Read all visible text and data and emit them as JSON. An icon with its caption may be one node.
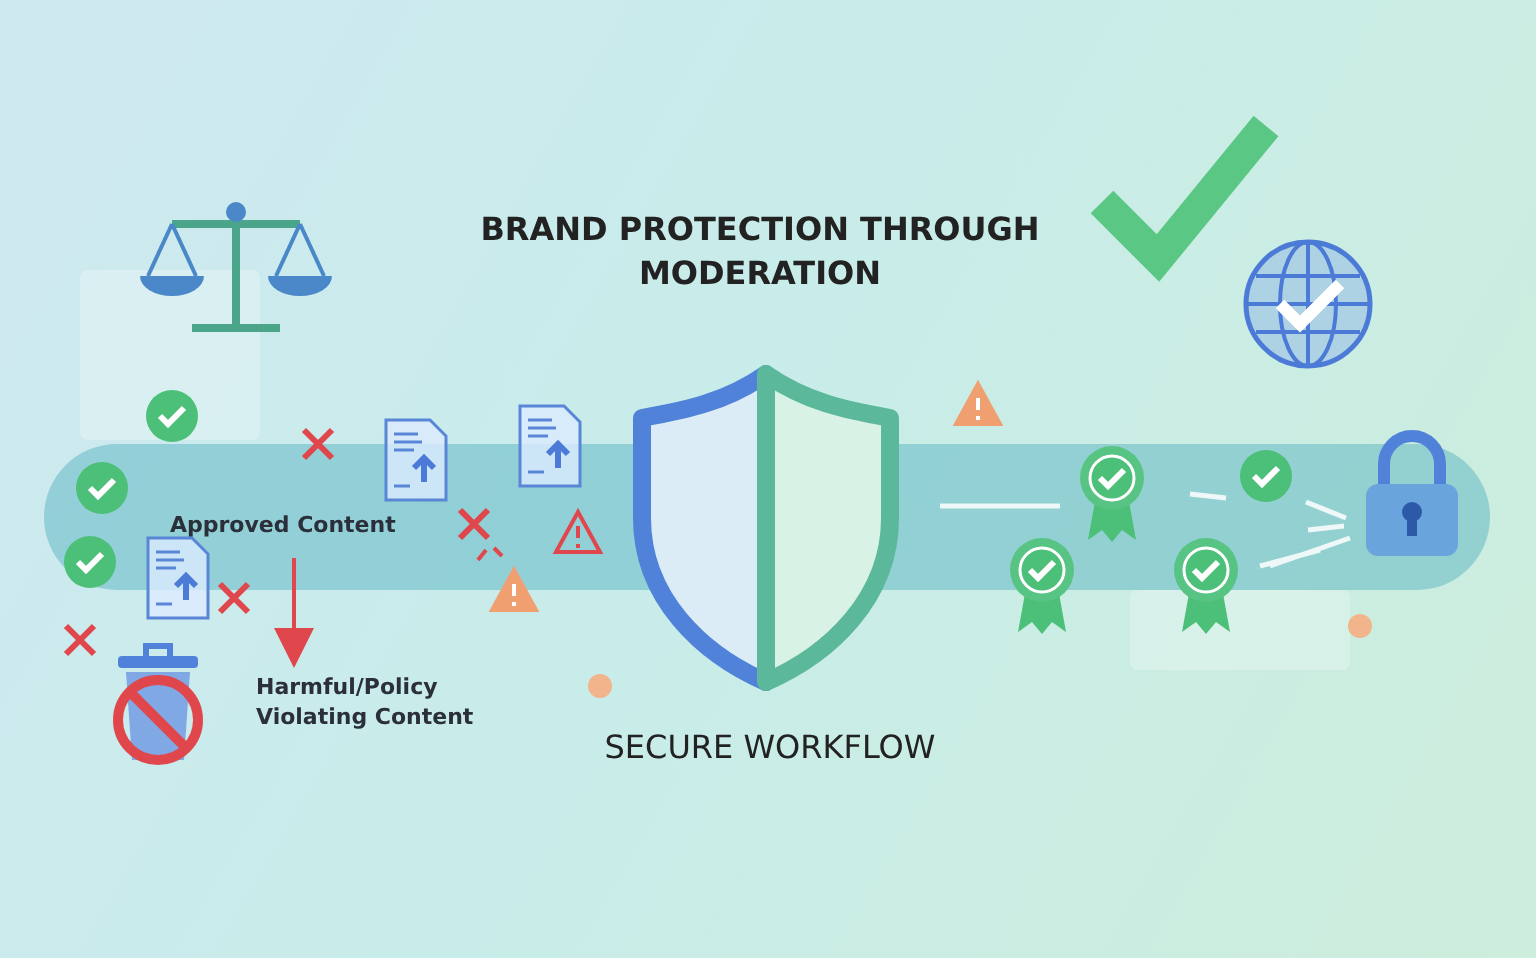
{
  "diagram": {
    "title": "BRAND PROTECTION THROUGH MODERATION",
    "nodes": [
      {
        "text": [
          "Approved Content"
        ]
      },
      {
        "text": [
          "Harmful/Policy Violating Content"
        ]
      }
    ],
    "edges": [
      {
        "from": 0,
        "to": 1,
        "arrow": "to",
        "color": "#e0474c"
      }
    ],
    "labels": [
      "SECURE WORKFLOW"
    ]
  }
}
